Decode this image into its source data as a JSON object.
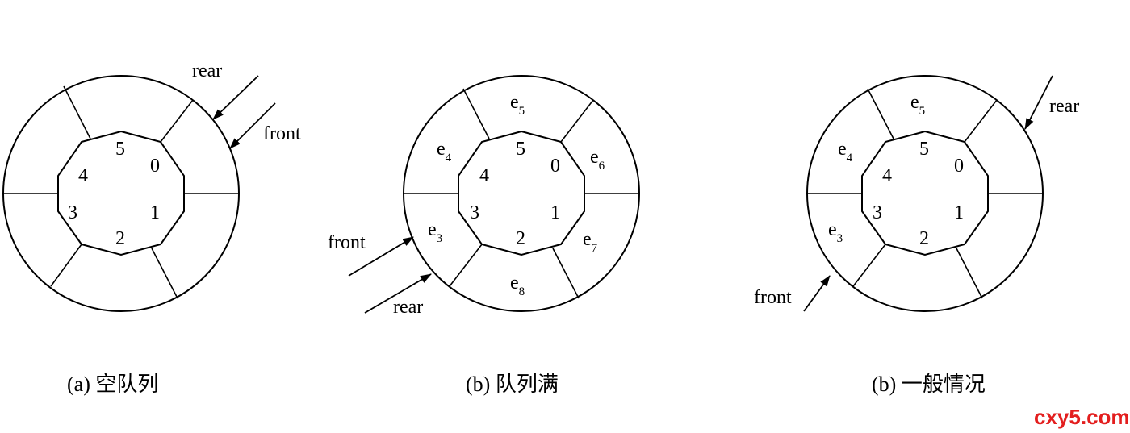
{
  "diagrams": [
    {
      "caption": "(a) 空队列",
      "slot_indices": [
        "0",
        "1",
        "2",
        "3",
        "4",
        "5"
      ],
      "elements": [],
      "pointers": [
        {
          "label": "rear"
        },
        {
          "label": "front"
        }
      ]
    },
    {
      "caption": "(b) 队列满",
      "slot_indices": [
        "0",
        "1",
        "2",
        "3",
        "4",
        "5"
      ],
      "elements": [
        {
          "base": "e",
          "sub": "6"
        },
        {
          "base": "e",
          "sub": "7"
        },
        {
          "base": "e",
          "sub": "8"
        },
        {
          "base": "e",
          "sub": "3"
        },
        {
          "base": "e",
          "sub": "4"
        },
        {
          "base": "e",
          "sub": "5"
        }
      ],
      "pointers": [
        {
          "label": "front"
        },
        {
          "label": "rear"
        }
      ]
    },
    {
      "caption": "(b) 一般情况",
      "slot_indices": [
        "0",
        "1",
        "2",
        "3",
        "4",
        "5"
      ],
      "elements": [
        {
          "base": "e",
          "sub": "3"
        },
        {
          "base": "e",
          "sub": "4"
        },
        {
          "base": "e",
          "sub": "5"
        }
      ],
      "pointers": [
        {
          "label": "rear"
        },
        {
          "label": "front"
        }
      ]
    }
  ],
  "watermark": "cxy5.com"
}
